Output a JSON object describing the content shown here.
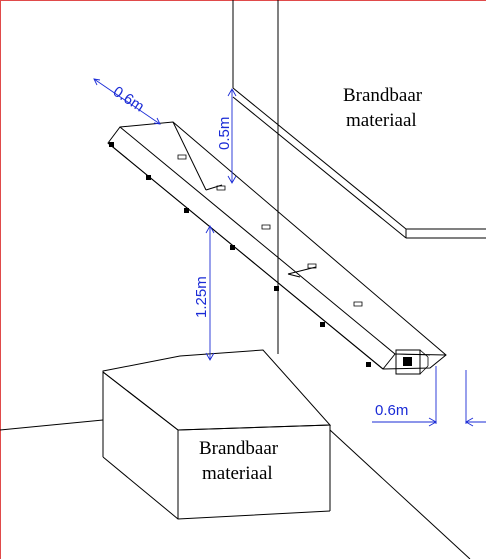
{
  "labels": {
    "upper_material_line1": "Brandbaar",
    "upper_material_line2": "materiaal",
    "lower_material_line1": "Brandbaar",
    "lower_material_line2": "materiaal"
  },
  "dimensions": {
    "width_top": "0.6m",
    "gap_ceiling": "0.5m",
    "gap_below": "1.25m",
    "gap_side": "0.6m"
  },
  "colors": {
    "dimension": "#1a2bd6",
    "frame_left": "#e04a4a",
    "lines": "#000000"
  }
}
